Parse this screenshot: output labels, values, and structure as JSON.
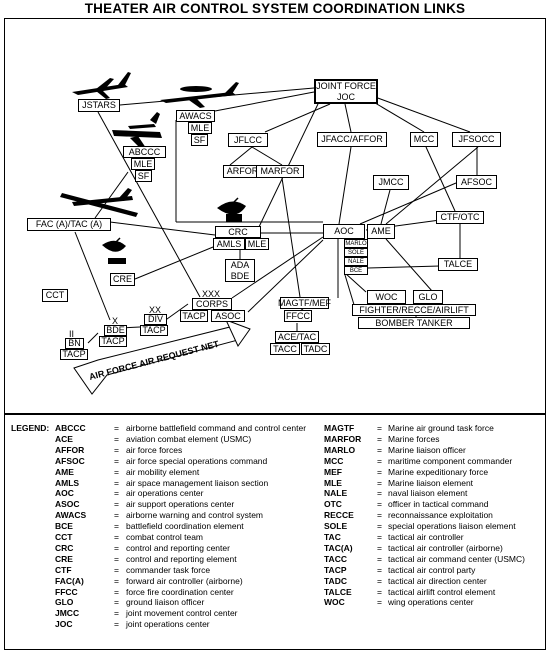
{
  "title": "THEATER AIR CONTROL SYSTEM COORDINATION LINKS",
  "diagram": {
    "nodes": {
      "joint_force_joc": [
        "JOINT FORCE",
        "JOC"
      ],
      "jstars": "JSTARS",
      "awacs": "AWACS",
      "mle_awacs": "MLE",
      "sf_awacs": "SF",
      "abccc": "ABCCC",
      "mle_abccc": "MLE",
      "sf_abccc": "SF",
      "jflcc": "JFLCC",
      "jfacc": "JFACC/AFFOR",
      "mcc": "MCC",
      "jfsocc": "JFSOCC",
      "arfor": "ARFOR",
      "marfor": "MARFOR",
      "jmcc": "JMCC",
      "afsoc": "AFSOC",
      "fac": "FAC (A)/TAC (A)",
      "crc": "CRC",
      "amls": "AMLS",
      "mle_crc": "MLE",
      "aoc": "AOC",
      "ame": "AME",
      "ctf_otc": "CTF/OTC",
      "marlo": "MARLO",
      "sole": "SOLE",
      "nale": "NALE",
      "bce": "BCE",
      "ada_bde": [
        "ADA",
        "BDE"
      ],
      "talce": "TALCE",
      "cre": "CRE",
      "cct": "CCT",
      "woc": "WOC",
      "glo": "GLO",
      "fighter": "FIGHTER/RECCE/AIRLIFT",
      "bomber": "BOMBER  TANKER",
      "xxx": "XXX",
      "corps": "CORPS",
      "tacp_corps": "TACP",
      "asoc": "ASOC",
      "magtf": "MAGTF/MEF",
      "ffcc": "FFCC",
      "ace_tac": "ACE/TAC",
      "tacc": "TACC",
      "tadc": "TADC",
      "xx": "XX",
      "div": "DIV",
      "tacp_div": "TACP",
      "x": "X",
      "bde": "BDE",
      "tacp_bde": "TACP",
      "ii": "II",
      "bn": "BN",
      "tacp_bn": "TACP"
    },
    "arrow_label": "AIR FORCE AIR REQUEST NET"
  },
  "legend": {
    "heading": "LEGEND:",
    "left": [
      {
        "abbr": "ABCCC",
        "def": "airborne battlefield command and control center"
      },
      {
        "abbr": "ACE",
        "def": "aviation combat element (USMC)"
      },
      {
        "abbr": "AFFOR",
        "def": "air force forces"
      },
      {
        "abbr": "AFSOC",
        "def": "air force special operations command"
      },
      {
        "abbr": "AME",
        "def": "air mobility element"
      },
      {
        "abbr": "AMLS",
        "def": "air space management liaison section"
      },
      {
        "abbr": "AOC",
        "def": "air operations center"
      },
      {
        "abbr": "ASOC",
        "def": "air support operations center"
      },
      {
        "abbr": "AWACS",
        "def": "airborne warning and control system"
      },
      {
        "abbr": "BCE",
        "def": "battlefield coordination element"
      },
      {
        "abbr": "CCT",
        "def": "combat control team"
      },
      {
        "abbr": "CRC",
        "def": "control and reporting center"
      },
      {
        "abbr": "CRE",
        "def": "control and reporting element"
      },
      {
        "abbr": "CTF",
        "def": "commander task force"
      },
      {
        "abbr": "FAC(A)",
        "def": "forward air controller (airborne)"
      },
      {
        "abbr": "FFCC",
        "def": "force fire coordination center"
      },
      {
        "abbr": "GLO",
        "def": "ground liaison officer"
      },
      {
        "abbr": "JMCC",
        "def": "joint movement control center"
      },
      {
        "abbr": "JOC",
        "def": "joint operations center"
      }
    ],
    "right": [
      {
        "abbr": "MAGTF",
        "def": "Marine air ground task force"
      },
      {
        "abbr": "MARFOR",
        "def": "Marine forces"
      },
      {
        "abbr": "MARLO",
        "def": "Marine liaison officer"
      },
      {
        "abbr": "MCC",
        "def": "maritime component commander"
      },
      {
        "abbr": "MEF",
        "def": "Marine expeditionary force"
      },
      {
        "abbr": "MLE",
        "def": "Marine liaison element"
      },
      {
        "abbr": "NALE",
        "def": "naval liaison element"
      },
      {
        "abbr": "OTC",
        "def": "officer in tactical command"
      },
      {
        "abbr": "RECCE",
        "def": "reconnaissance exploitation"
      },
      {
        "abbr": "SOLE",
        "def": "special operations liaison element"
      },
      {
        "abbr": "TAC",
        "def": "tactical air controller"
      },
      {
        "abbr": "TAC(A)",
        "def": "tactical air controller (airborne)"
      },
      {
        "abbr": "TACC",
        "def": "tactical air command center (USMC)"
      },
      {
        "abbr": "TACP",
        "def": "tactical air control party"
      },
      {
        "abbr": "TADC",
        "def": "tactical air direction center"
      },
      {
        "abbr": "TALCE",
        "def": "tactical airlift control element"
      },
      {
        "abbr": "WOC",
        "def": "wing operations center"
      }
    ]
  }
}
